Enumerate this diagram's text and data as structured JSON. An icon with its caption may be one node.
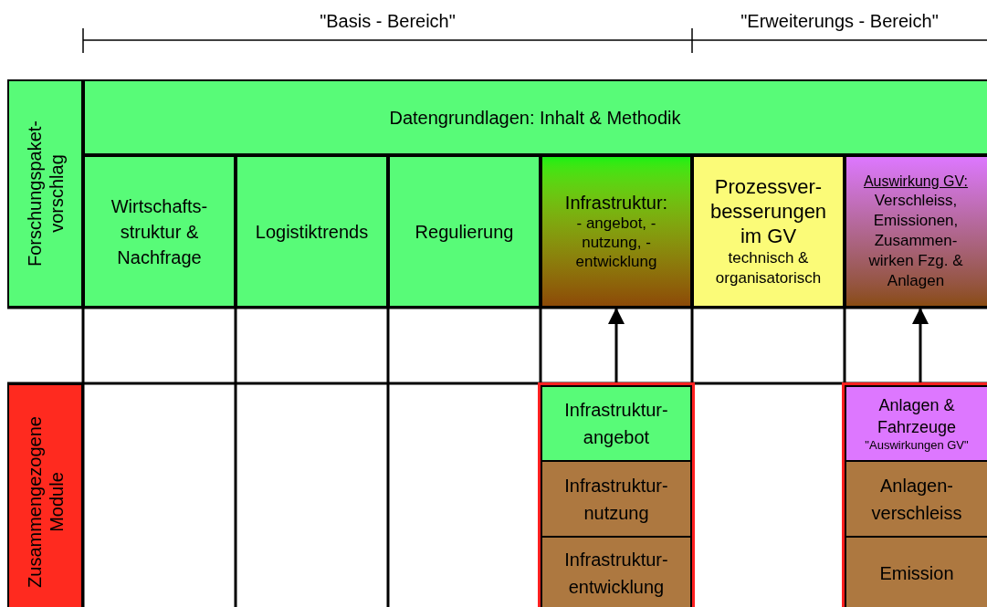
{
  "diagram": {
    "nodes": [
      {
        "text": [
          "Forschungspaket- vorschlag"
        ]
      },
      {
        "text": [
          "Datengrundlagen: Inhalt & Methodik"
        ]
      },
      {
        "text": [
          "Wirtschafts- struktur & Nachfrage"
        ]
      },
      {
        "text": [
          "Logistiktrends"
        ]
      },
      {
        "text": [
          "Regulierung"
        ]
      },
      {
        "text": [
          "Infrastruktur:",
          "- angebot, -nutzung, -entwicklung"
        ]
      },
      {
        "text": [
          "Prozessver- besserungen im GV",
          "technisch & organisatorisch"
        ]
      },
      {
        "text": [
          "Auswirkung GV:",
          "Verschleiss, Emissionen, Zusammen- wirken Fzg. & Anlagen"
        ]
      },
      {
        "text": [
          "Zusammengezogene Module"
        ]
      },
      {
        "text": [],
        "shape": "box"
      },
      {
        "text": [
          "Infrastruktur- angebot"
        ],
        "in": 9
      },
      {
        "text": [
          "Infrastruktur- nutzung"
        ],
        "in": 9
      },
      {
        "text": [
          "Infrastruktur- entwicklung"
        ],
        "in": 9
      },
      {
        "text": [],
        "shape": "box"
      },
      {
        "text": [
          "Anlagen & Fahrzeuge",
          "\"Auswirkungen GV\""
        ],
        "in": 13
      },
      {
        "text": [
          "Anlagen- verschleiss"
        ],
        "in": 13
      },
      {
        "text": [
          "Emission"
        ],
        "in": 13
      }
    ],
    "edges": [
      {
        "from": 9,
        "to": 5,
        "arrow": "to"
      },
      {
        "from": 13,
        "to": 7,
        "arrow": "to"
      }
    ],
    "labels": [
      "\"Basis - Bereich\"",
      "\"Erweiterungs - Bereich\""
    ]
  }
}
